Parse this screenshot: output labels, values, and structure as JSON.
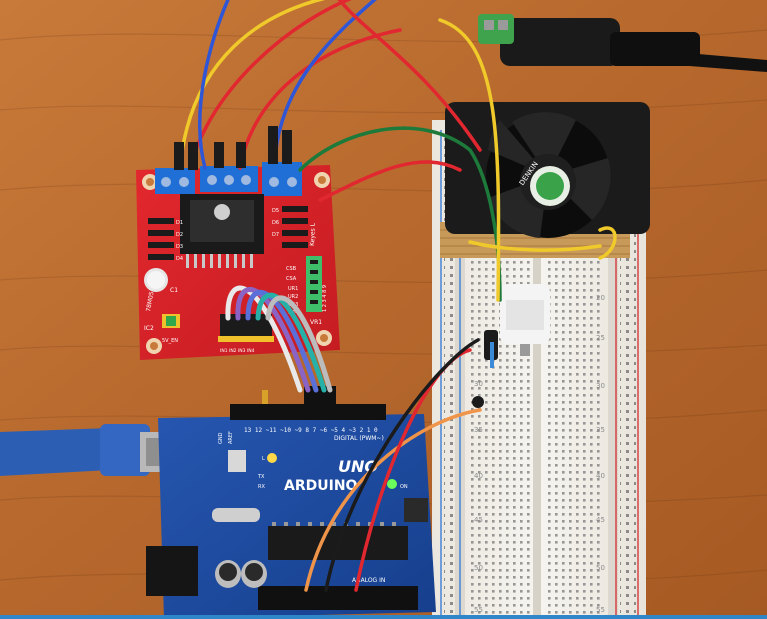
{
  "driver_board": {
    "labels": {
      "u_78m05": "78M05",
      "ic2": "IC2",
      "c1": "C1",
      "d1": "D1",
      "d2": "D2",
      "d3": "D3",
      "d4": "D4",
      "d5": "D5",
      "d6": "D6",
      "d7": "D7",
      "keyes": "Keyes L",
      "csb": "CSB",
      "csa": "CSA",
      "ur1": "UR1",
      "ur2": "UR2",
      "ur3": "UR3",
      "ur4": "UR4",
      "vr1": "VR1",
      "header_nums": "1 2 3 4 8 9",
      "en_5v": "5V_EN",
      "in_labels": "IN1 IN2 IN3 IN4"
    }
  },
  "arduino": {
    "labels": {
      "brand": "ARDUINO",
      "model": "UNO",
      "digital": "DIGITAL (PWM~)",
      "aref": "AREF",
      "gnd": "GND",
      "tx": "TX",
      "rx": "RX",
      "on": "ON",
      "l": "L",
      "pins": "13 12 ~11 ~10 ~9 8 7 ~6 ~5 4 ~3 2 1 0",
      "analog": "ANALOG IN"
    }
  },
  "fan": {
    "labels": {
      "brand": "DENKIN"
    }
  },
  "breadboard": {
    "row_numbers": [
      "20",
      "25",
      "30",
      "35",
      "40",
      "45",
      "50",
      "55"
    ]
  },
  "colors": {
    "wood": "#b96a2f",
    "driver_pcb": "#d9232a",
    "arduino_pcb": "#1e4ea6",
    "usb_cable": "#2c5fb3",
    "breadboard": "#f2f0ea",
    "fan": "#1b1b1b"
  }
}
